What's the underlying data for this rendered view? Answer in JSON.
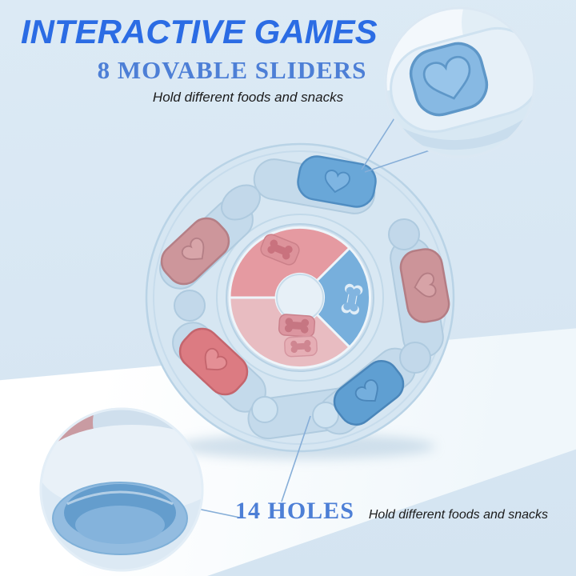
{
  "header": {
    "title": "INTERACTIVE GAMES",
    "subtitle": "8 MOVABLE SLIDERS",
    "note": "Hold different foods and snacks"
  },
  "footer": {
    "label": "14 HOLES",
    "note": "Hold different foods and snacks"
  },
  "colors": {
    "title-blue": "#2b6ce4",
    "serif-blue": "#4d7fd6",
    "note-ink": "#1b1b1b",
    "bg-blue": "#dceaf5",
    "toy-base": "#d6e6f2",
    "slider-blue": "#69a7d8",
    "slider-pink": "#cd969b",
    "slider-red": "#dc7b82",
    "wheel-pink": "#e59aa1",
    "wheel-blue": "#77afdc",
    "wheel-lightpink": "#e8bcc1",
    "leader-line": "#86aed8"
  }
}
